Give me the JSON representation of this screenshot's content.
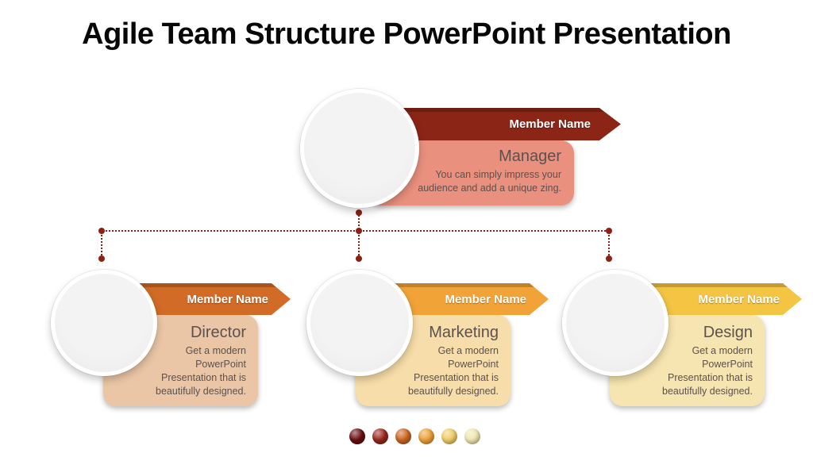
{
  "slide": {
    "title": "Agile Team Structure PowerPoint Presentation"
  },
  "org_chart": {
    "connector_color": "#8B2013",
    "manager": {
      "banner_label": "Member Name",
      "role": "Manager",
      "description": "You can simply impress your\naudience and add a unique zing.",
      "colors": {
        "banner": "#8B2516",
        "box": "#E9907E"
      }
    },
    "children": [
      {
        "banner_label": "Member Name",
        "role": "Director",
        "description": "Get a modern\nPowerPoint\nPresentation that is\nbeautifully designed.",
        "colors": {
          "banner": "#D16B26",
          "box": "#EAC6A6"
        }
      },
      {
        "banner_label": "Member Name",
        "role": "Marketing",
        "description": "Get a modern\nPowerPoint\nPresentation that is\nbeautifully designed.",
        "colors": {
          "banner": "#F2A338",
          "box": "#F7DDA9"
        }
      },
      {
        "banner_label": "Member Name",
        "role": "Design",
        "description": "Get a modern\nPowerPoint\nPresentation that is\nbeautifully designed.",
        "colors": {
          "banner": "#F4C443",
          "box": "#F6E5B0"
        }
      }
    ]
  },
  "palette": {
    "colors": [
      "#680E0F",
      "#97271A",
      "#CB6420",
      "#ECA038",
      "#EDCD66",
      "#EEE6B0"
    ]
  }
}
